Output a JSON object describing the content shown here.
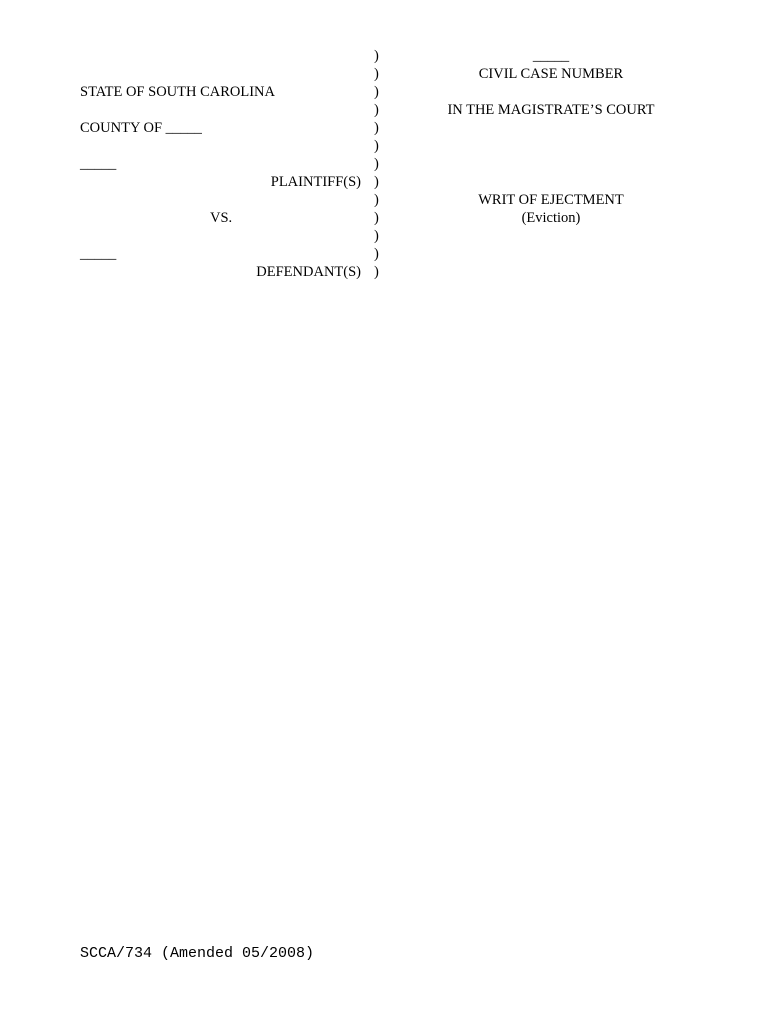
{
  "caption": {
    "paren": ")",
    "case_number_blank": "_____",
    "civil_case_number": "CIVIL CASE NUMBER",
    "state": "STATE OF SOUTH CAROLINA",
    "court": "IN THE MAGISTRATE’S COURT",
    "county": "COUNTY OF _____",
    "plaintiff_blank": "_____",
    "plaintiff_label": "PLAINTIFF(S)",
    "title": "WRIT OF EJECTMENT",
    "subtitle": "(Eviction)",
    "versus": "VS.",
    "defendant_blank": "_____",
    "defendant_label": "DEFENDANT(S)"
  },
  "footer": {
    "form_id": "SCCA/734 (Amended 05/2008)"
  }
}
